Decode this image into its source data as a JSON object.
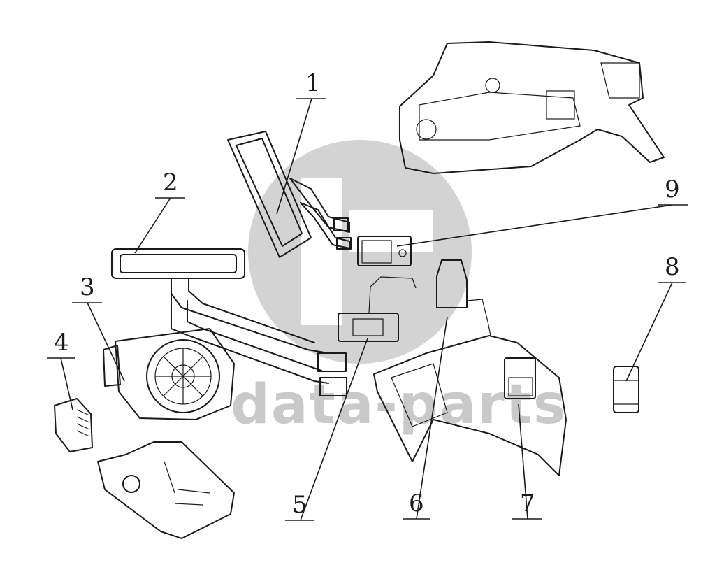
{
  "watermark": {
    "text": "data-parts"
  },
  "callouts": [
    {
      "label": "1"
    },
    {
      "label": "2"
    },
    {
      "label": "3"
    },
    {
      "label": "4"
    },
    {
      "label": "5"
    },
    {
      "label": "6"
    },
    {
      "label": "7"
    },
    {
      "label": "8"
    },
    {
      "label": "9"
    }
  ]
}
